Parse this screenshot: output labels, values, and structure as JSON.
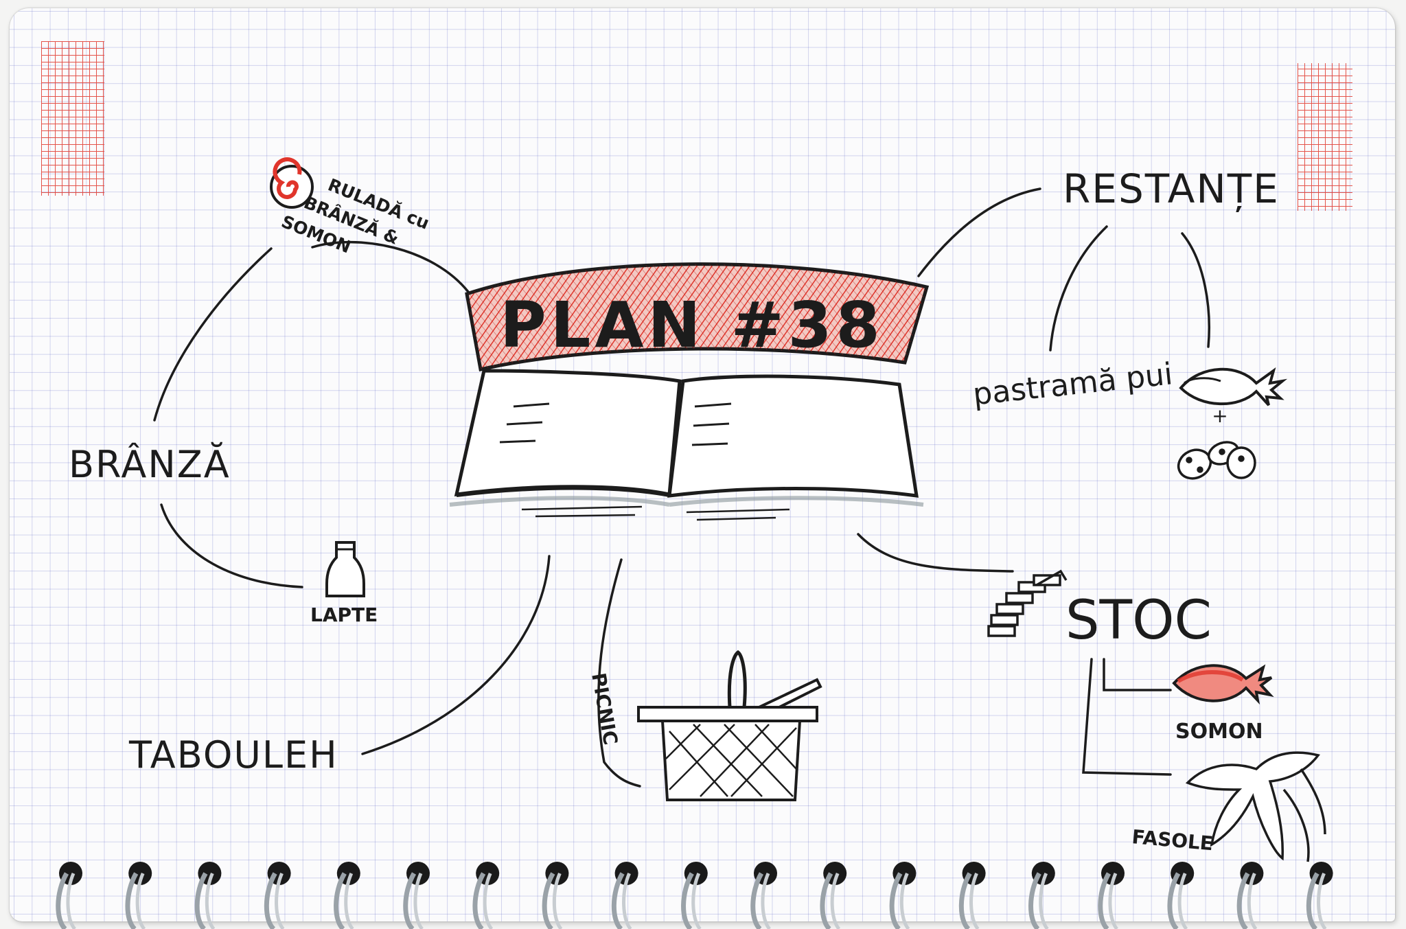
{
  "title": "PLAN #38",
  "branches": {
    "top_left": {
      "label": "RULADĂ cu BRÂNZĂ & SOMON",
      "lines": [
        "RULADĂ cu",
        "BRÂNZĂ &",
        "SOMON"
      ],
      "icon": "rolled-roulade-icon"
    },
    "left": {
      "label": "BRÂNZĂ",
      "child_label": "LAPTE",
      "child_icon": "milk-bottle-icon"
    },
    "bottom_left": {
      "label": "TABOULEH"
    },
    "bottom": {
      "label": "PICNIC",
      "icon": "picnic-basket-icon"
    },
    "top_right": {
      "label": "RESTANȚE",
      "children": [
        {
          "label": "pastramă pui"
        },
        {
          "icon": "fish-icon",
          "plus": "+",
          "icon2": "potatoes-icon"
        }
      ]
    },
    "right": {
      "label": "STOC",
      "icon": "stairs-icon",
      "children": [
        {
          "label": "SOMON",
          "icon": "salmon-fish-icon"
        },
        {
          "label": "FASOLE",
          "icon": "green-beans-icon"
        }
      ]
    }
  },
  "colors": {
    "ink": "#1c1c1c",
    "red_ink": "#e0352b",
    "grid": "#6d75c4",
    "paper": "#fbfbfc"
  },
  "spiral_binding": {
    "rings": 19
  }
}
